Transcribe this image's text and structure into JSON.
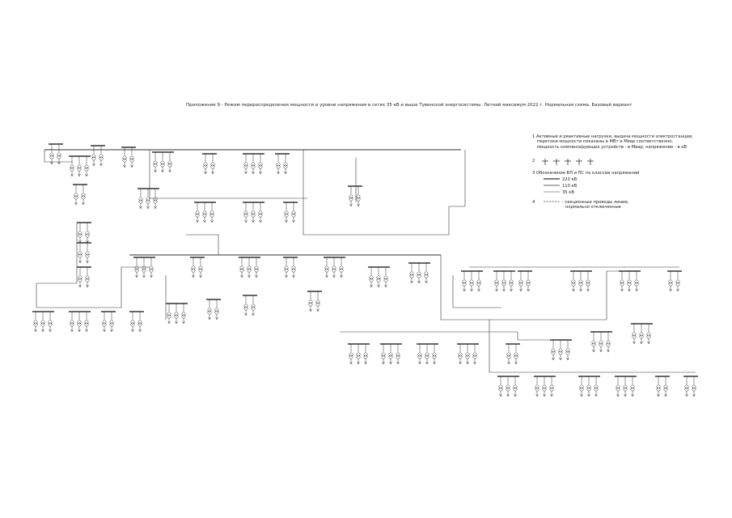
{
  "title": "Приложение 9 - Режим перераспределения мощности и уровни напряжения в сетях 35 кВ и выше Тувинской энергосистемы. Летний максимум 2022 г. Нормальная схема. Базовый вариант",
  "legend": {
    "item1_line1": "1 Активные и реактивные нагрузки, выдача мощности электростанции,",
    "item1_line2": "перетоки мощности показаны в МВт и Мвар соответственно,",
    "item1_line3": "мощность компенсирующих устройств - в Мвар, напряжение - в кВ",
    "item2": "2",
    "item3": "3 Обозначения ВЛ и ПС по классам напряжений",
    "v220": "220 кВ",
    "v110": "110 кВ",
    "v35": "35 кВ",
    "item4": "4",
    "item4_line1": "- секционные проводы линии,",
    "item4_line2": "нормально отключенные"
  },
  "colors": {
    "line": "#333333",
    "text": "#222222",
    "background": "#ffffff"
  }
}
